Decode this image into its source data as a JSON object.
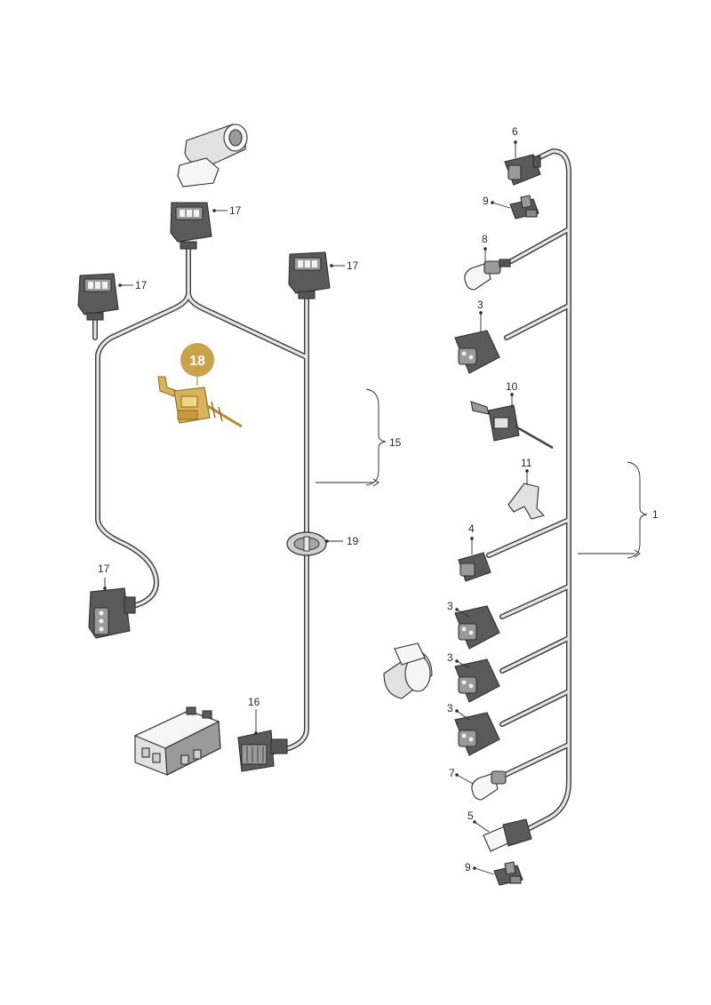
{
  "labels": {
    "p1": "1",
    "p3a": "3",
    "p3b": "3",
    "p3c": "3",
    "p3d": "3",
    "p4": "4",
    "p5": "5",
    "p6": "6",
    "p7": "7",
    "p8": "8",
    "p9a": "9",
    "p9b": "9",
    "p10": "10",
    "p11": "11",
    "p15": "15",
    "p16": "16",
    "p17a": "17",
    "p17b": "17",
    "p17c": "17",
    "p17d": "17",
    "p18": "18",
    "p19": "19"
  },
  "highlight_color": "#c9a24a",
  "highlight_part_color": "#d9b35a"
}
